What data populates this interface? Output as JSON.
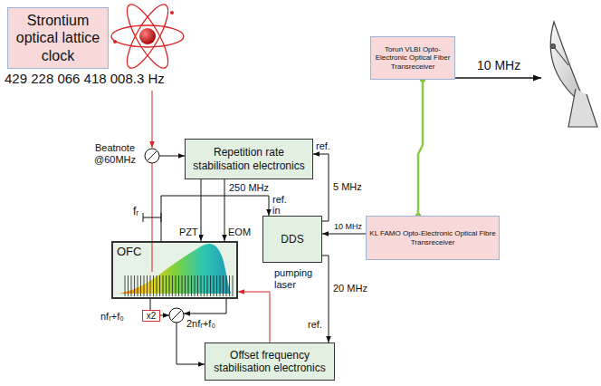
{
  "diagram": {
    "nodes": [
      {
        "text": [
          "Strontium optical lattice clock"
        ]
      },
      {
        "text": [
          "Toruń VLBI Opto-Electronic Optical Fiber Transreceiver"
        ]
      },
      {
        "text": [
          "Repetition rate stabilisation electronics"
        ]
      },
      {
        "text": [
          "DDS"
        ]
      },
      {
        "text": [
          "KL FAMO Opto-Electronic Optical Fibre Transreceiver"
        ]
      },
      {
        "text": [
          "OFC"
        ]
      },
      {
        "text": [
          "Offset frequency stabilisation electronics"
        ]
      },
      {
        "text": [
          "x2"
        ]
      }
    ],
    "edges": [
      {
        "from": 2,
        "to": 5,
        "arrow": "to",
        "label": "PZT"
      },
      {
        "from": 2,
        "to": 5,
        "arrow": "to",
        "label": "EOM"
      },
      {
        "from": 3,
        "to": 2,
        "arrow": "to",
        "label": "5 MHz"
      },
      {
        "from": 5,
        "to": 3,
        "arrow": "to",
        "label": "250 MHz"
      },
      {
        "from": 4,
        "to": 3,
        "arrow": "to",
        "label": "10 MHz"
      },
      {
        "from": 3,
        "to": 6,
        "arrow": "to",
        "label": "20 MHz"
      },
      {
        "from": 6,
        "to": 5,
        "arrow": "to",
        "label": "pumping laser"
      },
      {
        "from": 5,
        "to": 7,
        "arrow": "none"
      },
      {
        "from": 1,
        "to": 4,
        "arrow": "none"
      }
    ],
    "labels": [
      "429 228 066 418 008.3 Hz",
      "Beatnote @60MHz",
      "fᵣ",
      "ref.",
      "ref. in",
      "ref.",
      "10 MHz",
      "nfᵣ+f₀",
      "2nfᵣ+f₀"
    ]
  }
}
